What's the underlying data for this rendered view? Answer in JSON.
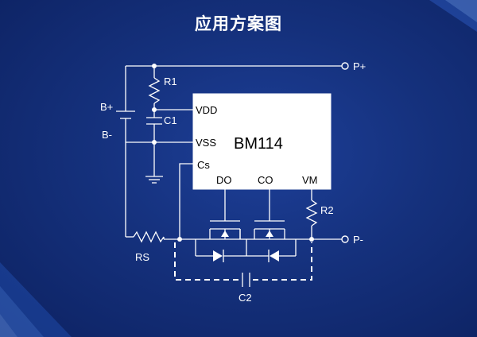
{
  "title": "应用方案图",
  "chip": {
    "name": "BM114"
  },
  "pins": {
    "vdd": "VDD",
    "vss": "VSS",
    "cs": "Cs",
    "do": "DO",
    "co": "CO",
    "vm": "VM"
  },
  "components": {
    "r1": "R1",
    "c1": "C1",
    "r2": "R2",
    "rs": "RS",
    "c2": "C2"
  },
  "terminals": {
    "p_plus": "P+",
    "p_minus": "P-",
    "b_plus": "B+",
    "b_minus": "B-"
  },
  "colors": {
    "background": "#15317d",
    "wire": "#ffffff",
    "chip_fill": "#ffffff",
    "chip_text": "#000000"
  }
}
